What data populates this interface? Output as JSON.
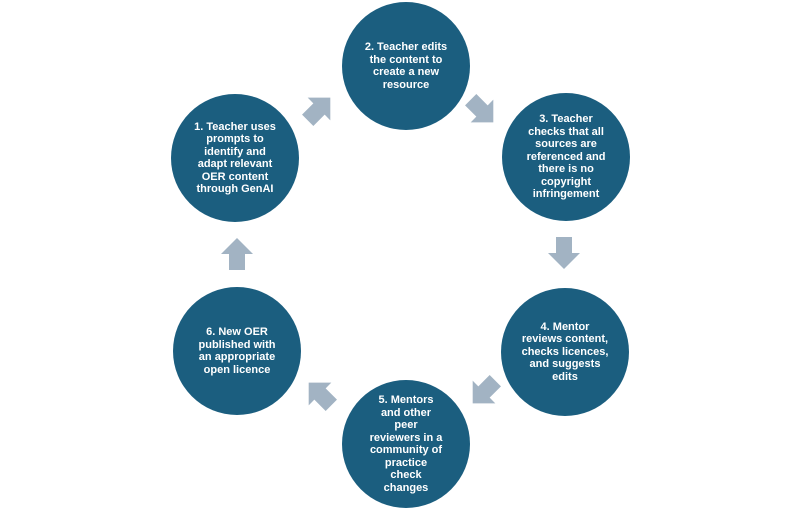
{
  "colors": {
    "circle_fill": "#1b5e7f",
    "arrow_fill": "#a2b3c3",
    "text": "#ffffff",
    "background": "#ffffff"
  },
  "steps": [
    {
      "label": "1. Teacher uses prompts to identify and adapt relevant OER content through GenAI"
    },
    {
      "label": "2. Teacher edits the content to create a new resource"
    },
    {
      "label": "3. Teacher checks that all sources are referenced and there is no copyright infringement"
    },
    {
      "label": "4. Mentor reviews content, checks licences, and suggests edits"
    },
    {
      "label": "5. Mentors and other peer reviewers in a community of practice check changes"
    },
    {
      "label": "6. New OER published with an appropriate open licence"
    }
  ],
  "arrows": [
    {
      "from": 1,
      "to": 2,
      "direction": "north-east"
    },
    {
      "from": 2,
      "to": 3,
      "direction": "south-east"
    },
    {
      "from": 3,
      "to": 4,
      "direction": "south"
    },
    {
      "from": 4,
      "to": 5,
      "direction": "south-west"
    },
    {
      "from": 5,
      "to": 6,
      "direction": "north-west"
    },
    {
      "from": 6,
      "to": 1,
      "direction": "north"
    }
  ]
}
